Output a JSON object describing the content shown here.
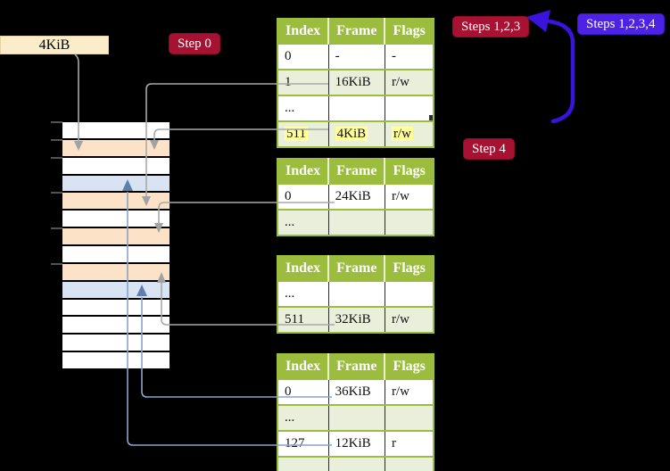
{
  "labels": {
    "page_size": "4KiB"
  },
  "badges": {
    "step0": "Step 0",
    "steps123": "Steps 1,2,3",
    "steps1234": "Steps 1,2,3,4",
    "step4": "Step 4"
  },
  "memory": {
    "rows": [
      "white",
      "peach",
      "white",
      "blue",
      "peach",
      "white",
      "peach",
      "white",
      "peach",
      "blue",
      "white",
      "white",
      "white",
      "white"
    ]
  },
  "tables": [
    {
      "name": "page-table-level-top",
      "headers": [
        "Index",
        "Frame",
        "Flags"
      ],
      "rows": [
        {
          "cells": [
            "0",
            "-",
            "-"
          ],
          "shaded": false,
          "highlight": false
        },
        {
          "cells": [
            "1",
            "16KiB",
            "r/w"
          ],
          "shaded": true,
          "highlight": false
        },
        {
          "cells": [
            "...",
            "",
            ""
          ],
          "shaded": false,
          "highlight": false
        },
        {
          "cells": [
            "511",
            "4KiB",
            "r/w"
          ],
          "shaded": true,
          "highlight": true
        }
      ]
    },
    {
      "name": "page-table-level-3",
      "headers": [
        "Index",
        "Frame",
        "Flags"
      ],
      "rows": [
        {
          "cells": [
            "0",
            "24KiB",
            "r/w"
          ],
          "shaded": false,
          "highlight": false
        },
        {
          "cells": [
            "...",
            "",
            ""
          ],
          "shaded": true,
          "highlight": false
        }
      ]
    },
    {
      "name": "page-table-level-2",
      "headers": [
        "Index",
        "Frame",
        "Flags"
      ],
      "rows": [
        {
          "cells": [
            "...",
            "",
            ""
          ],
          "shaded": false,
          "highlight": false
        },
        {
          "cells": [
            "511",
            "32KiB",
            "r/w"
          ],
          "shaded": true,
          "highlight": false
        }
      ]
    },
    {
      "name": "page-table-level-1",
      "headers": [
        "Index",
        "Frame",
        "Flags"
      ],
      "rows": [
        {
          "cells": [
            "0",
            "36KiB",
            "r/w"
          ],
          "shaded": false,
          "highlight": false
        },
        {
          "cells": [
            "...",
            "",
            ""
          ],
          "shaded": true,
          "highlight": false
        },
        {
          "cells": [
            "127",
            "12KiB",
            "r"
          ],
          "shaded": false,
          "highlight": false
        },
        {
          "cells": [
            "...",
            "",
            ""
          ],
          "shaded": true,
          "highlight": false
        }
      ]
    }
  ],
  "colors": {
    "table_header_green": "#9cbc3e",
    "table_row_shaded": "#e9efdb",
    "highlight_yellow": "#ffff9c",
    "memory_peach": "#fce3c8",
    "memory_blue": "#d8e4f4",
    "badge_red": "#a81232",
    "badge_blue": "#4d22e6",
    "thick_arrow_blue": "#3a14dd",
    "connector_gray": "#a9a9a9",
    "connector_blue": "#8aa4c8",
    "page_size_box_cream": "#fcedca"
  }
}
